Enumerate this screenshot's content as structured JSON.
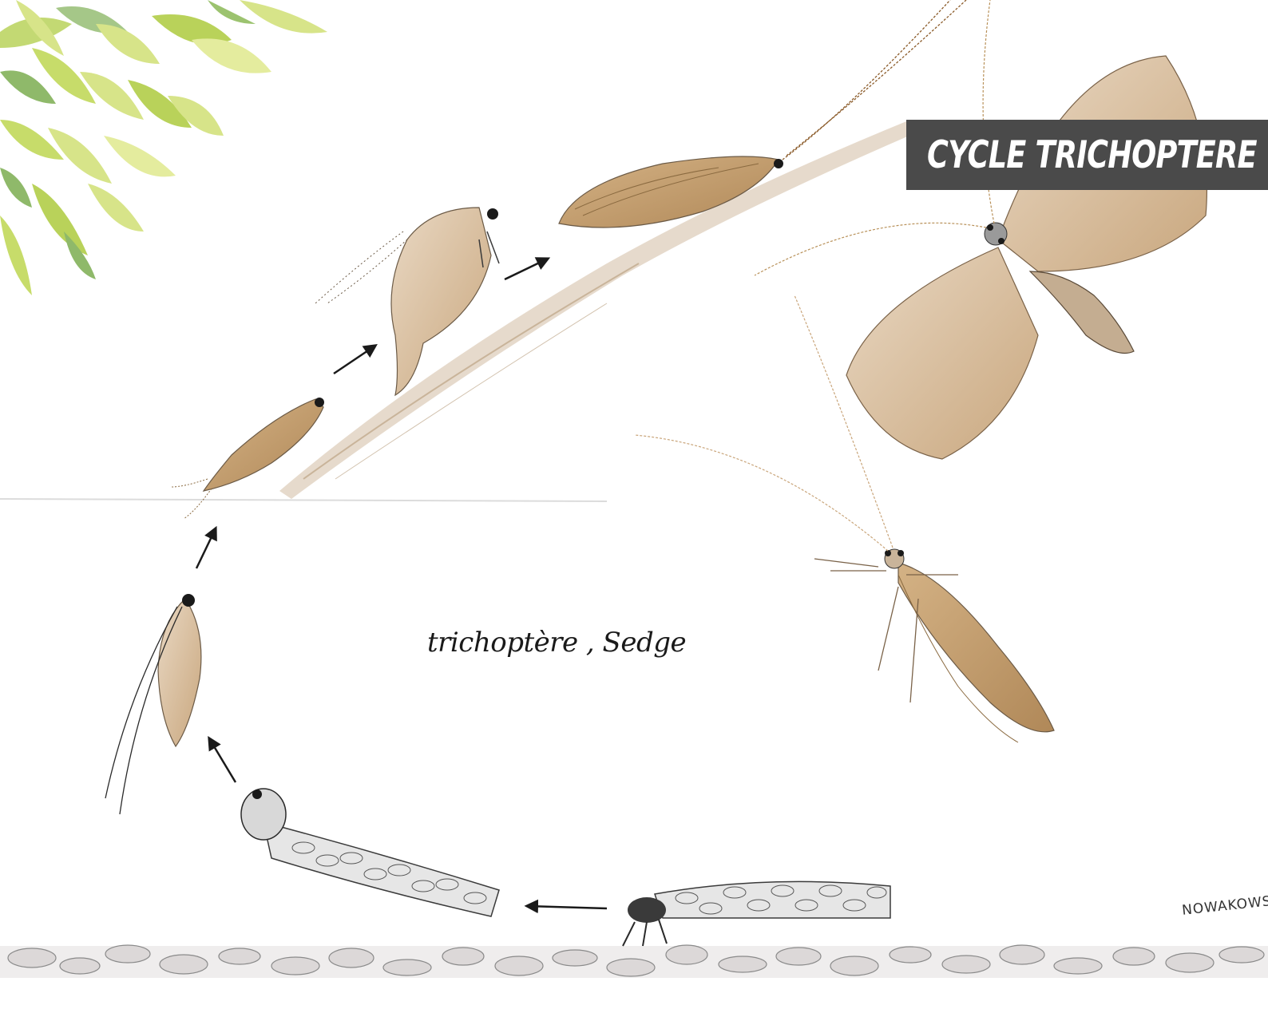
{
  "title": "CYCLE TRICHOPTERE",
  "caption": "trichoptère , Sedge",
  "signature": "NOWAKOWS",
  "colors": {
    "banner": "#4a4a4a",
    "leaf_light": "#d7e489",
    "leaf_mid": "#b9d25a",
    "leaf_dark": "#8fb96a",
    "wing": "#c9a57a",
    "twig": "#e3d6c6",
    "gravel": "#d8d4d4"
  },
  "stages": [
    {
      "name": "larva-case-right",
      "icon": "caddis-larva-case"
    },
    {
      "name": "larva-emerging",
      "icon": "caddis-pupa-case"
    },
    {
      "name": "pupa",
      "icon": "caddis-pupa"
    },
    {
      "name": "emerging-adult",
      "icon": "caddis-emerger"
    },
    {
      "name": "adult-molting",
      "icon": "caddis-molting"
    },
    {
      "name": "adult-resting",
      "icon": "caddis-adult-resting"
    },
    {
      "name": "adult-spread-wings",
      "icon": "caddis-adult-spread"
    },
    {
      "name": "adult-top-view",
      "icon": "caddis-adult-top"
    }
  ]
}
